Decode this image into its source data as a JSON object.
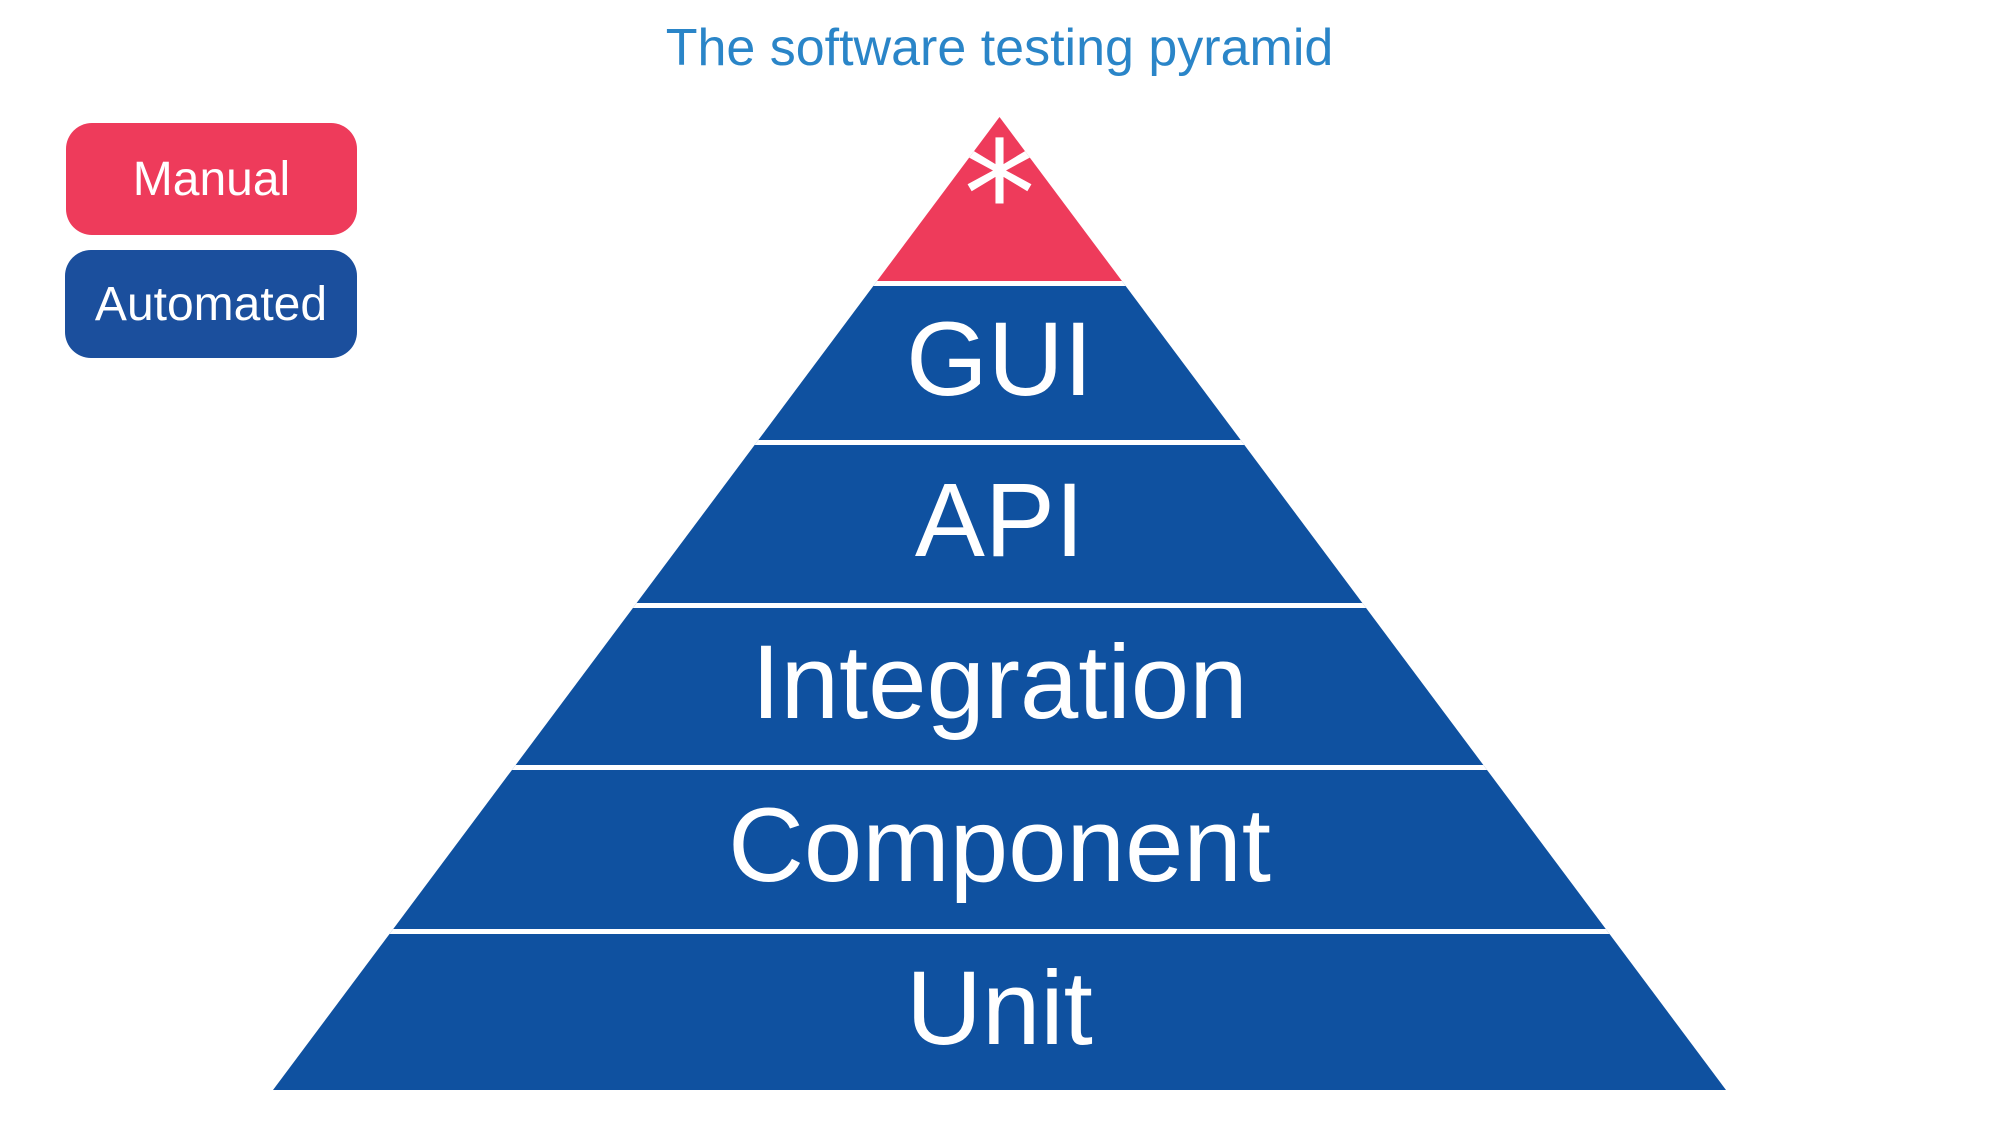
{
  "title": {
    "text": "The software testing pyramid"
  },
  "legend": {
    "items": [
      {
        "label": "Manual",
        "type": "manual",
        "color": "#EE3B5B"
      },
      {
        "label": "Automated",
        "type": "automated",
        "color": "#1B4F9D"
      }
    ]
  },
  "pyramid": {
    "apex": {
      "symbol": "*",
      "type": "manual",
      "color": "#EE3B5B"
    },
    "layers": [
      {
        "label": "GUI",
        "type": "automated"
      },
      {
        "label": "API",
        "type": "automated"
      },
      {
        "label": "Integration",
        "type": "automated"
      },
      {
        "label": "Component",
        "type": "automated"
      },
      {
        "label": "Unit",
        "type": "automated"
      }
    ]
  },
  "colors": {
    "background": "#FFFFFF",
    "title_text": "#2A85C8",
    "manual_red": "#EE3B5B",
    "automated_blue_button": "#1B4F9D",
    "pyramid_blue": "#0F51A0",
    "divider": "#FFFFFF",
    "layer_text": "#FFFFFF"
  }
}
